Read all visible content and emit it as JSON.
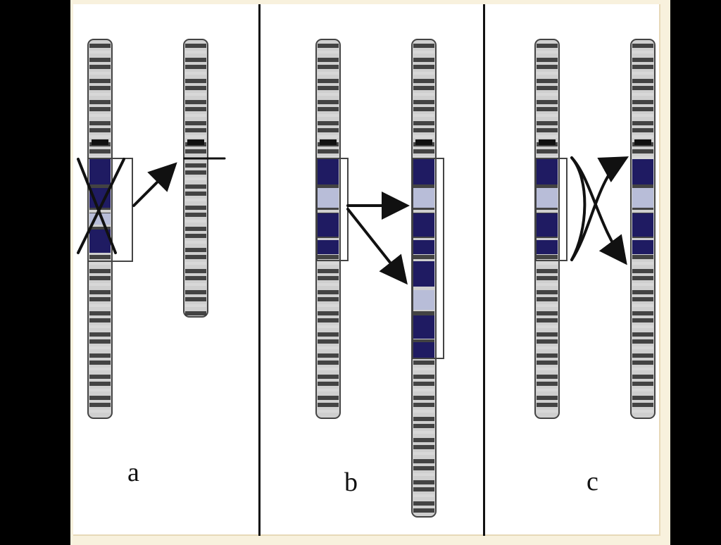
{
  "panels": [
    {
      "label": "a"
    },
    {
      "label": "b"
    },
    {
      "label": "c"
    }
  ],
  "colors": {
    "background": "#000000",
    "frame": "#f8f1dd",
    "panel": "#ffffff",
    "band_dark": "#1f1b62",
    "band_light": "#b8bdd8",
    "chromosome_dark": "#333333",
    "chromosome_light": "#d9d9d9",
    "line": "#111111"
  }
}
